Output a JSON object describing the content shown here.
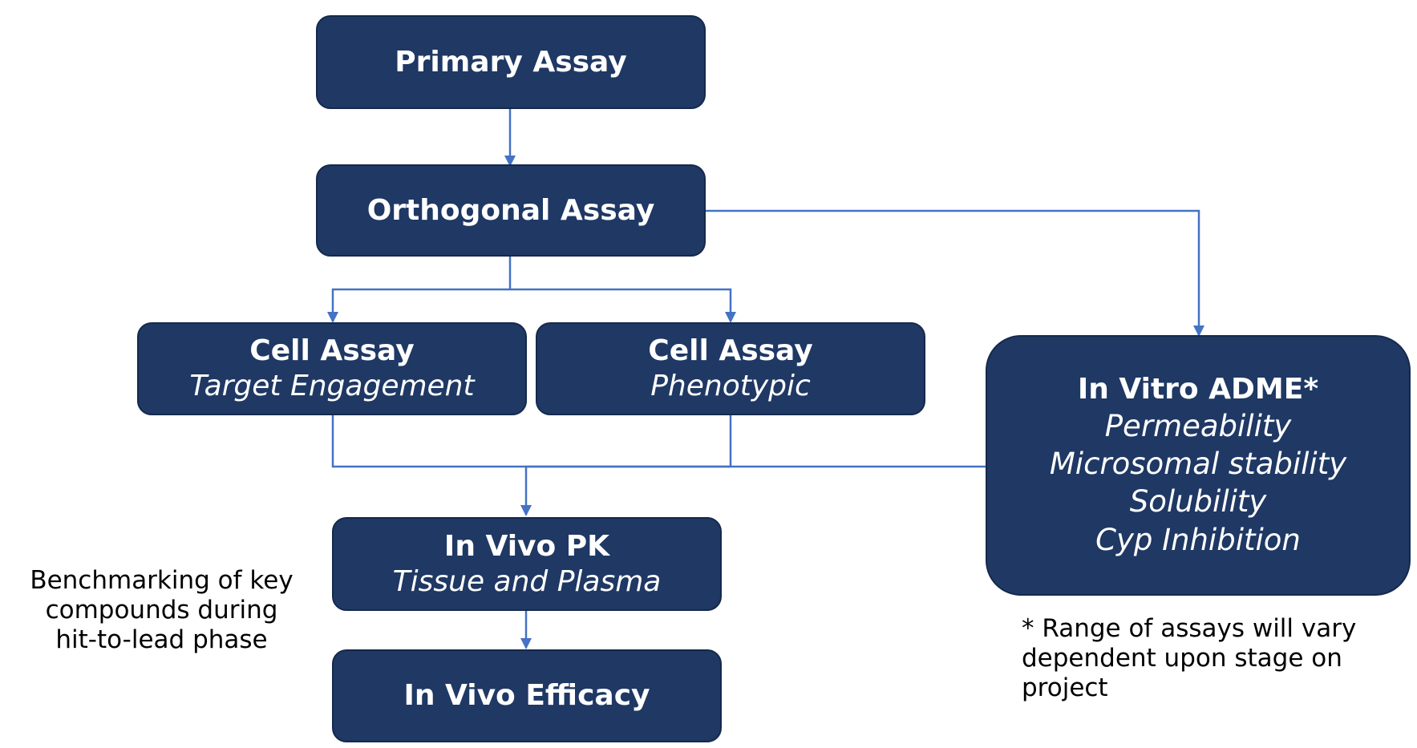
{
  "nodes": {
    "primary": {
      "title": "Primary Assay"
    },
    "orthogonal": {
      "title": "Orthogonal Assay"
    },
    "cell_target": {
      "title": "Cell Assay",
      "subtitle": "Target Engagement"
    },
    "cell_pheno": {
      "title": "Cell Assay",
      "subtitle": "Phenotypic"
    },
    "adme": {
      "title": "In Vitro ADME*",
      "items": [
        "Permeability",
        "Microsomal stability",
        "Solubility",
        "Cyp Inhibition"
      ]
    },
    "pk": {
      "title": "In Vivo PK",
      "subtitle": "Tissue and Plasma"
    },
    "efficacy": {
      "title": "In Vivo Efficacy"
    }
  },
  "notes": {
    "benchmark": [
      "Benchmarking of key",
      "compounds during",
      "hit-to-lead phase"
    ],
    "range": [
      "* Range of assays will vary",
      "dependent upon stage on",
      "project"
    ]
  },
  "colors": {
    "node_fill": "#1f3864",
    "node_text": "#ffffff",
    "connector": "#4472c4"
  }
}
